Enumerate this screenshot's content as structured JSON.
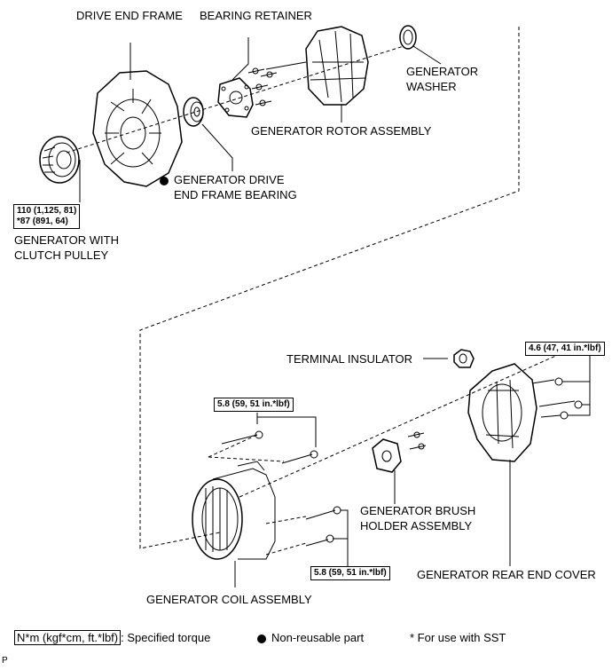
{
  "labels": {
    "drive_end_frame": "DRIVE END FRAME",
    "bearing_retainer": "BEARING RETAINER",
    "generator_washer_1": "GENERATOR",
    "generator_washer_2": "WASHER",
    "rotor_assembly": "GENERATOR ROTOR ASSEMBLY",
    "drive_end_bearing_1": "GENERATOR DRIVE",
    "drive_end_bearing_2": "END FRAME BEARING",
    "clutch_pulley_1": "GENERATOR WITH",
    "clutch_pulley_2": "CLUTCH PULLEY",
    "terminal_insulator": "TERMINAL INSULATOR",
    "brush_holder_1": "GENERATOR BRUSH",
    "brush_holder_2": "HOLDER ASSEMBLY",
    "rear_end_cover": "GENERATOR REAR END COVER",
    "coil_assembly": "GENERATOR COIL ASSEMBLY"
  },
  "torques": {
    "pulley_1": "110 (1,125, 81)",
    "pulley_2": "*87 (891, 64)",
    "cover_bolts": "4.6 (47, 41 in.*lbf)",
    "coil_upper": "5.8 (59, 51 in.*lbf)",
    "coil_lower": "5.8 (59, 51 in.*lbf)"
  },
  "legend": {
    "torque_unit": "N*m (kgf*cm, ft.*lbf)",
    "torque_text": ": Specified torque",
    "non_reusable": "Non-reusable part",
    "sst_note": "* For use with SST"
  },
  "corner_mark": "P"
}
